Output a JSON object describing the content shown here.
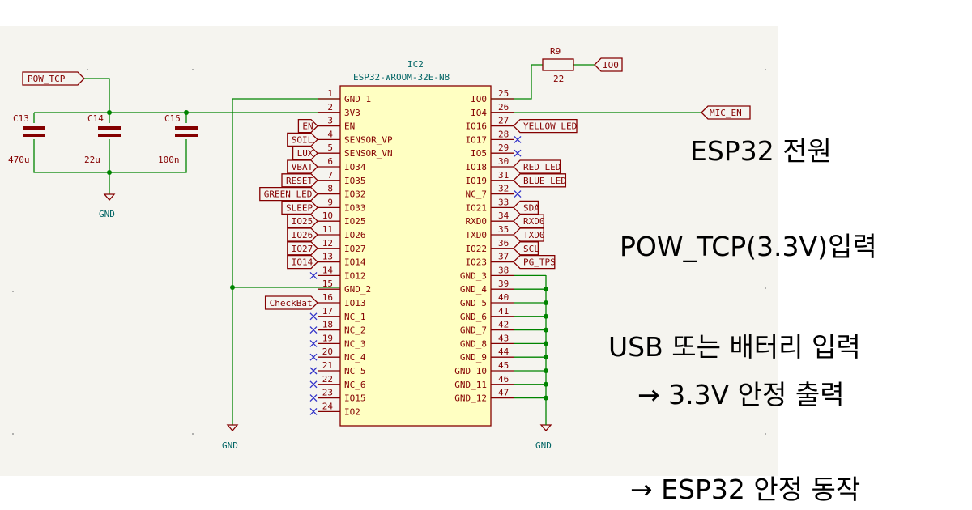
{
  "schematic": {
    "ic": {
      "ref": "IC2",
      "value": "ESP32-WROOM-32E-N8"
    },
    "resistor": {
      "ref": "R9",
      "value": "22"
    },
    "capacitors": [
      {
        "ref": "C13",
        "value": "470u"
      },
      {
        "ref": "C14",
        "value": "22u"
      },
      {
        "ref": "C15",
        "value": "100n"
      }
    ],
    "power_label": "POW_TCP",
    "gnd_label": "GND",
    "left_pins": [
      {
        "num": "1",
        "name": "GND_1"
      },
      {
        "num": "2",
        "name": "3V3"
      },
      {
        "num": "3",
        "name": "EN",
        "label": "EN"
      },
      {
        "num": "4",
        "name": "SENSOR_VP",
        "label": "SOIL"
      },
      {
        "num": "5",
        "name": "SENSOR_VN",
        "label": "LUX"
      },
      {
        "num": "6",
        "name": "IO34",
        "label": "VBAT"
      },
      {
        "num": "7",
        "name": "IO35",
        "label": "RESET"
      },
      {
        "num": "8",
        "name": "IO32",
        "label": "GREEN LED"
      },
      {
        "num": "9",
        "name": "IO33",
        "label": "SLEEP"
      },
      {
        "num": "10",
        "name": "IO25",
        "label": "IO25"
      },
      {
        "num": "11",
        "name": "IO26",
        "label": "IO26"
      },
      {
        "num": "12",
        "name": "IO27",
        "label": "IO27"
      },
      {
        "num": "13",
        "name": "IO14",
        "label": "IO14"
      },
      {
        "num": "14",
        "name": "IO12",
        "nc": true
      },
      {
        "num": "15",
        "name": "GND_2"
      },
      {
        "num": "16",
        "name": "IO13",
        "label": "CheckBat"
      },
      {
        "num": "17",
        "name": "NC_1",
        "nc": true
      },
      {
        "num": "18",
        "name": "NC_2",
        "nc": true
      },
      {
        "num": "19",
        "name": "NC_3",
        "nc": true
      },
      {
        "num": "20",
        "name": "NC_4",
        "nc": true
      },
      {
        "num": "21",
        "name": "NC_5",
        "nc": true
      },
      {
        "num": "22",
        "name": "NC_6",
        "nc": true
      },
      {
        "num": "23",
        "name": "IO15",
        "nc": true
      },
      {
        "num": "24",
        "name": "IO2",
        "nc": true
      }
    ],
    "right_pins": [
      {
        "num": "25",
        "name": "IO0"
      },
      {
        "num": "26",
        "name": "IO4"
      },
      {
        "num": "27",
        "name": "IO16",
        "label": "YELLOW LED"
      },
      {
        "num": "28",
        "name": "IO17",
        "nc": true
      },
      {
        "num": "29",
        "name": "IO5",
        "nc": true
      },
      {
        "num": "30",
        "name": "IO18",
        "label": "RED LED"
      },
      {
        "num": "31",
        "name": "IO19",
        "label": "BLUE LED"
      },
      {
        "num": "32",
        "name": "NC_7",
        "nc": true
      },
      {
        "num": "33",
        "name": "IO21",
        "label": "SDA"
      },
      {
        "num": "34",
        "name": "RXD0",
        "label": "RXD0"
      },
      {
        "num": "35",
        "name": "TXD0",
        "label": "TXD0"
      },
      {
        "num": "36",
        "name": "IO22",
        "label": "SCL"
      },
      {
        "num": "37",
        "name": "IO23",
        "label": "PG_TPS"
      },
      {
        "num": "38",
        "name": "GND_3",
        "gnd": true
      },
      {
        "num": "39",
        "name": "GND_4",
        "gnd": true
      },
      {
        "num": "40",
        "name": "GND_5",
        "gnd": true
      },
      {
        "num": "41",
        "name": "GND_6",
        "gnd": true
      },
      {
        "num": "42",
        "name": "GND_7",
        "gnd": true
      },
      {
        "num": "43",
        "name": "GND_8",
        "gnd": true
      },
      {
        "num": "44",
        "name": "GND_9",
        "gnd": true
      },
      {
        "num": "45",
        "name": "GND_10",
        "gnd": true
      },
      {
        "num": "46",
        "name": "GND_11",
        "gnd": true
      },
      {
        "num": "47",
        "name": "GND_12",
        "gnd": true
      }
    ],
    "io0_label": "IO0",
    "mic_label": "MIC_EN"
  },
  "annotations": {
    "title": "ESP32 전원",
    "line1": "POW_TCP(3.3V)입력",
    "line2": "USB 또는 배터리 입력",
    "line3": "→ 3.3V 안정 출력",
    "line4": "→ ESP32 안정 동작"
  },
  "colors": {
    "wire": "#008400",
    "component": "#840000",
    "ic_fill": "#ffffc2",
    "reference": "#006464",
    "nc_marker": "#3232c8",
    "sheet_bg": "#f5f4ef"
  }
}
